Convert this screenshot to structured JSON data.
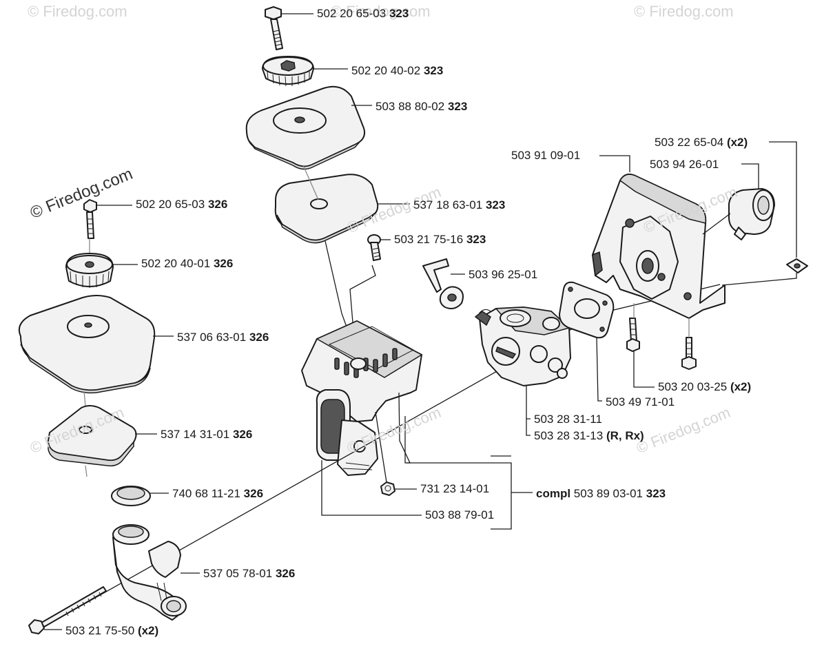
{
  "watermarks": {
    "text": "Firedog.com",
    "copyright": "©"
  },
  "callouts": [
    {
      "id": "bolt-top",
      "part": "502 20 65-03",
      "note": "323"
    },
    {
      "id": "knob-top",
      "part": "502 20 40-02",
      "note": "323"
    },
    {
      "id": "cover-top",
      "part": "503 88 80-02",
      "note": "323"
    },
    {
      "id": "filter-top",
      "part": "537 18 63-01",
      "note": "323"
    },
    {
      "id": "screw-top",
      "part": "503 21 75-16",
      "note": "323"
    },
    {
      "id": "bolt-left",
      "part": "502 20 65-03",
      "note": "326"
    },
    {
      "id": "knob-left",
      "part": "502 20 40-01",
      "note": "326"
    },
    {
      "id": "cover-left",
      "part": "537 06 63-01",
      "note": "326"
    },
    {
      "id": "filter-left",
      "part": "537 14 31-01",
      "note": "326"
    },
    {
      "id": "ring-left",
      "part": "740 68 11-21",
      "note": "326"
    },
    {
      "id": "elbow-left",
      "part": "537 05 78-01",
      "note": "326"
    },
    {
      "id": "long-bolt",
      "part": "503 21 75-50",
      "note": "(x2)"
    },
    {
      "id": "nut",
      "part": "731 23 14-01",
      "note": ""
    },
    {
      "id": "housing",
      "part": "503 88 79-01",
      "note": ""
    },
    {
      "id": "compl",
      "prefix": "compl",
      "part": "503 89 03-01",
      "note": "323"
    },
    {
      "id": "throttle-link",
      "part": "503 96 25-01",
      "note": ""
    },
    {
      "id": "carb-1",
      "part": "503 28 31-11",
      "note": ""
    },
    {
      "id": "carb-2",
      "part": "503 28 31-13",
      "note": "(R, Rx)"
    },
    {
      "id": "gasket",
      "part": "503 49 71-01",
      "note": ""
    },
    {
      "id": "bolts-right",
      "part": "503 20 03-25",
      "note": "(x2)"
    },
    {
      "id": "bracket",
      "part": "503 91 09-01",
      "note": ""
    },
    {
      "id": "sleeve",
      "part": "503 94 26-01",
      "note": ""
    },
    {
      "id": "washer",
      "part": "503 22 65-04",
      "note": "(x2)"
    }
  ]
}
